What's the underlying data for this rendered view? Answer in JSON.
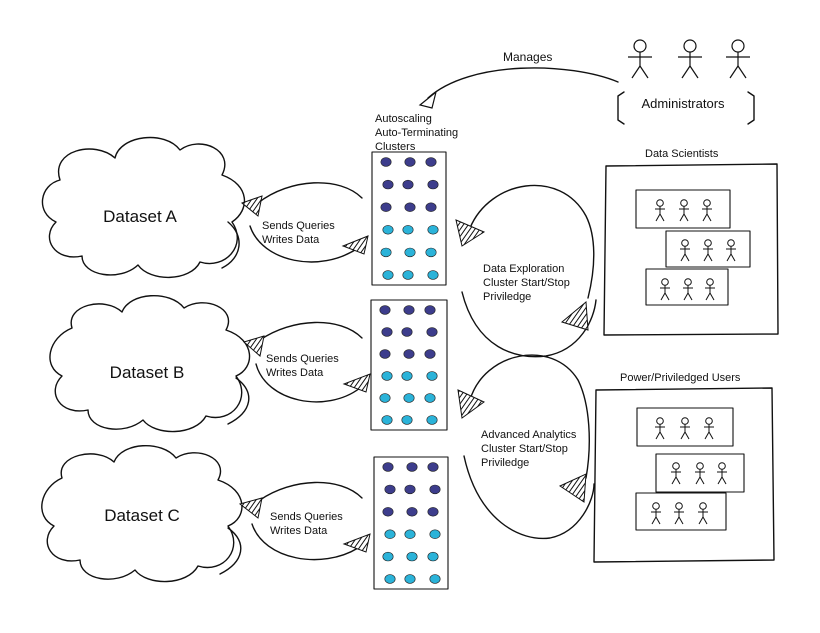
{
  "datasets": [
    {
      "label": "Dataset A",
      "sends_label": "Sends Queries",
      "writes_label": "Writes Data"
    },
    {
      "label": "Dataset B",
      "sends_label": "Sends Queries",
      "writes_label": "Writes Data"
    },
    {
      "label": "Dataset C",
      "sends_label": "Sends Queries",
      "writes_label": "Writes Data"
    }
  ],
  "clusters": {
    "label_lines": [
      "Autoscaling",
      "Auto-Terminating",
      "Clusters"
    ],
    "colors": {
      "dark_dot": "#3d3d8c",
      "light_dot": "#2bb3d9"
    }
  },
  "admins": {
    "label": "Administrators",
    "manages_label": "Manages"
  },
  "groups": [
    {
      "title": "Data Scientists",
      "flow_lines": [
        "Data Exploration",
        "Cluster Start/Stop",
        "Priviledge"
      ]
    },
    {
      "title": "Power/Priviledged  Users",
      "flow_lines": [
        "Advanced Analytics",
        "Cluster Start/Stop",
        "Priviledge"
      ]
    }
  ]
}
